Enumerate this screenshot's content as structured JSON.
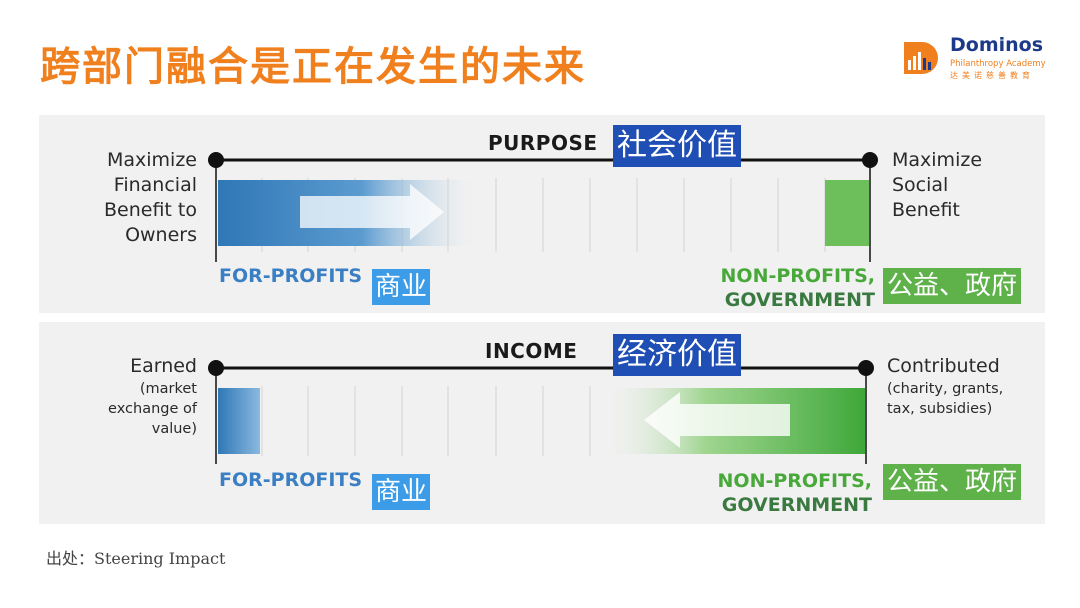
{
  "title": "跨部门融合是正在发生的未来",
  "logo": {
    "name": "Dominos",
    "subtitle": "Philanthropy Academy",
    "cn": "达美诺慈善教育"
  },
  "panel1": {
    "heading": "PURPOSE",
    "heading_cn": "社会价值",
    "left_label": [
      "Maximize",
      "Financial",
      "Benefit to",
      "Owners"
    ],
    "right_label": [
      "Maximize",
      "Social",
      "Benefit"
    ],
    "left_sector": "FOR-PROFITS",
    "left_sector_cn": "商业",
    "right_sector_line1": "NON-PROFITS,",
    "right_sector_line2": "GOVERNMENT",
    "right_sector_cn": "公益、政府"
  },
  "panel2": {
    "heading": "INCOME",
    "heading_cn": "经济价值",
    "left_title": "Earned",
    "left_detail": [
      "(market",
      "exchange of",
      "value)"
    ],
    "right_title": "Contributed",
    "right_detail": [
      "(charity, grants,",
      "tax, subsidies)"
    ],
    "left_sector": "FOR-PROFITS",
    "left_sector_cn": "商业",
    "right_sector_line1": "NON-PROFITS,",
    "right_sector_line2": "GOVERNMENT",
    "right_sector_cn": "公益、政府"
  },
  "source": "出处：Steering Impact",
  "colors": {
    "title": "#f07f1e",
    "brand_blue": "#1d3a8a",
    "for_profit_blue": "#3a7fc4",
    "non_profit_green": "#48a83a",
    "cn_dark_tag": "#1f4eb4",
    "cn_light_tag": "#3d9ce8",
    "cn_green_tag": "#5fb14a"
  }
}
